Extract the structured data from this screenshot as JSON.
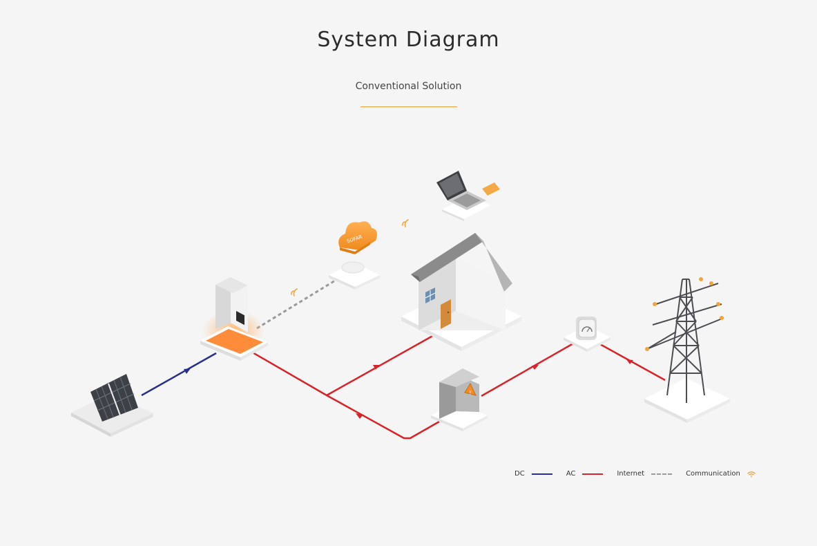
{
  "header": {
    "title": "System Diagram",
    "subtitle": "Conventional Solution"
  },
  "cloud": {
    "logo_text": "SOFAR"
  },
  "legend": [
    {
      "label": "DC",
      "style": "solid",
      "color": "#2a2f8f"
    },
    {
      "label": "AC",
      "style": "solid",
      "color": "#d8232a"
    },
    {
      "label": "Internet",
      "style": "dashed",
      "color": "#999999"
    },
    {
      "label": "Communication",
      "style": "wifi-icon",
      "color": "#f0a43c"
    }
  ],
  "colors": {
    "dc": "#2a2f8f",
    "ac": "#d8232a",
    "internet": "#9a9a9a",
    "accent": "#e8a33c",
    "background": "#f5f5f5"
  }
}
